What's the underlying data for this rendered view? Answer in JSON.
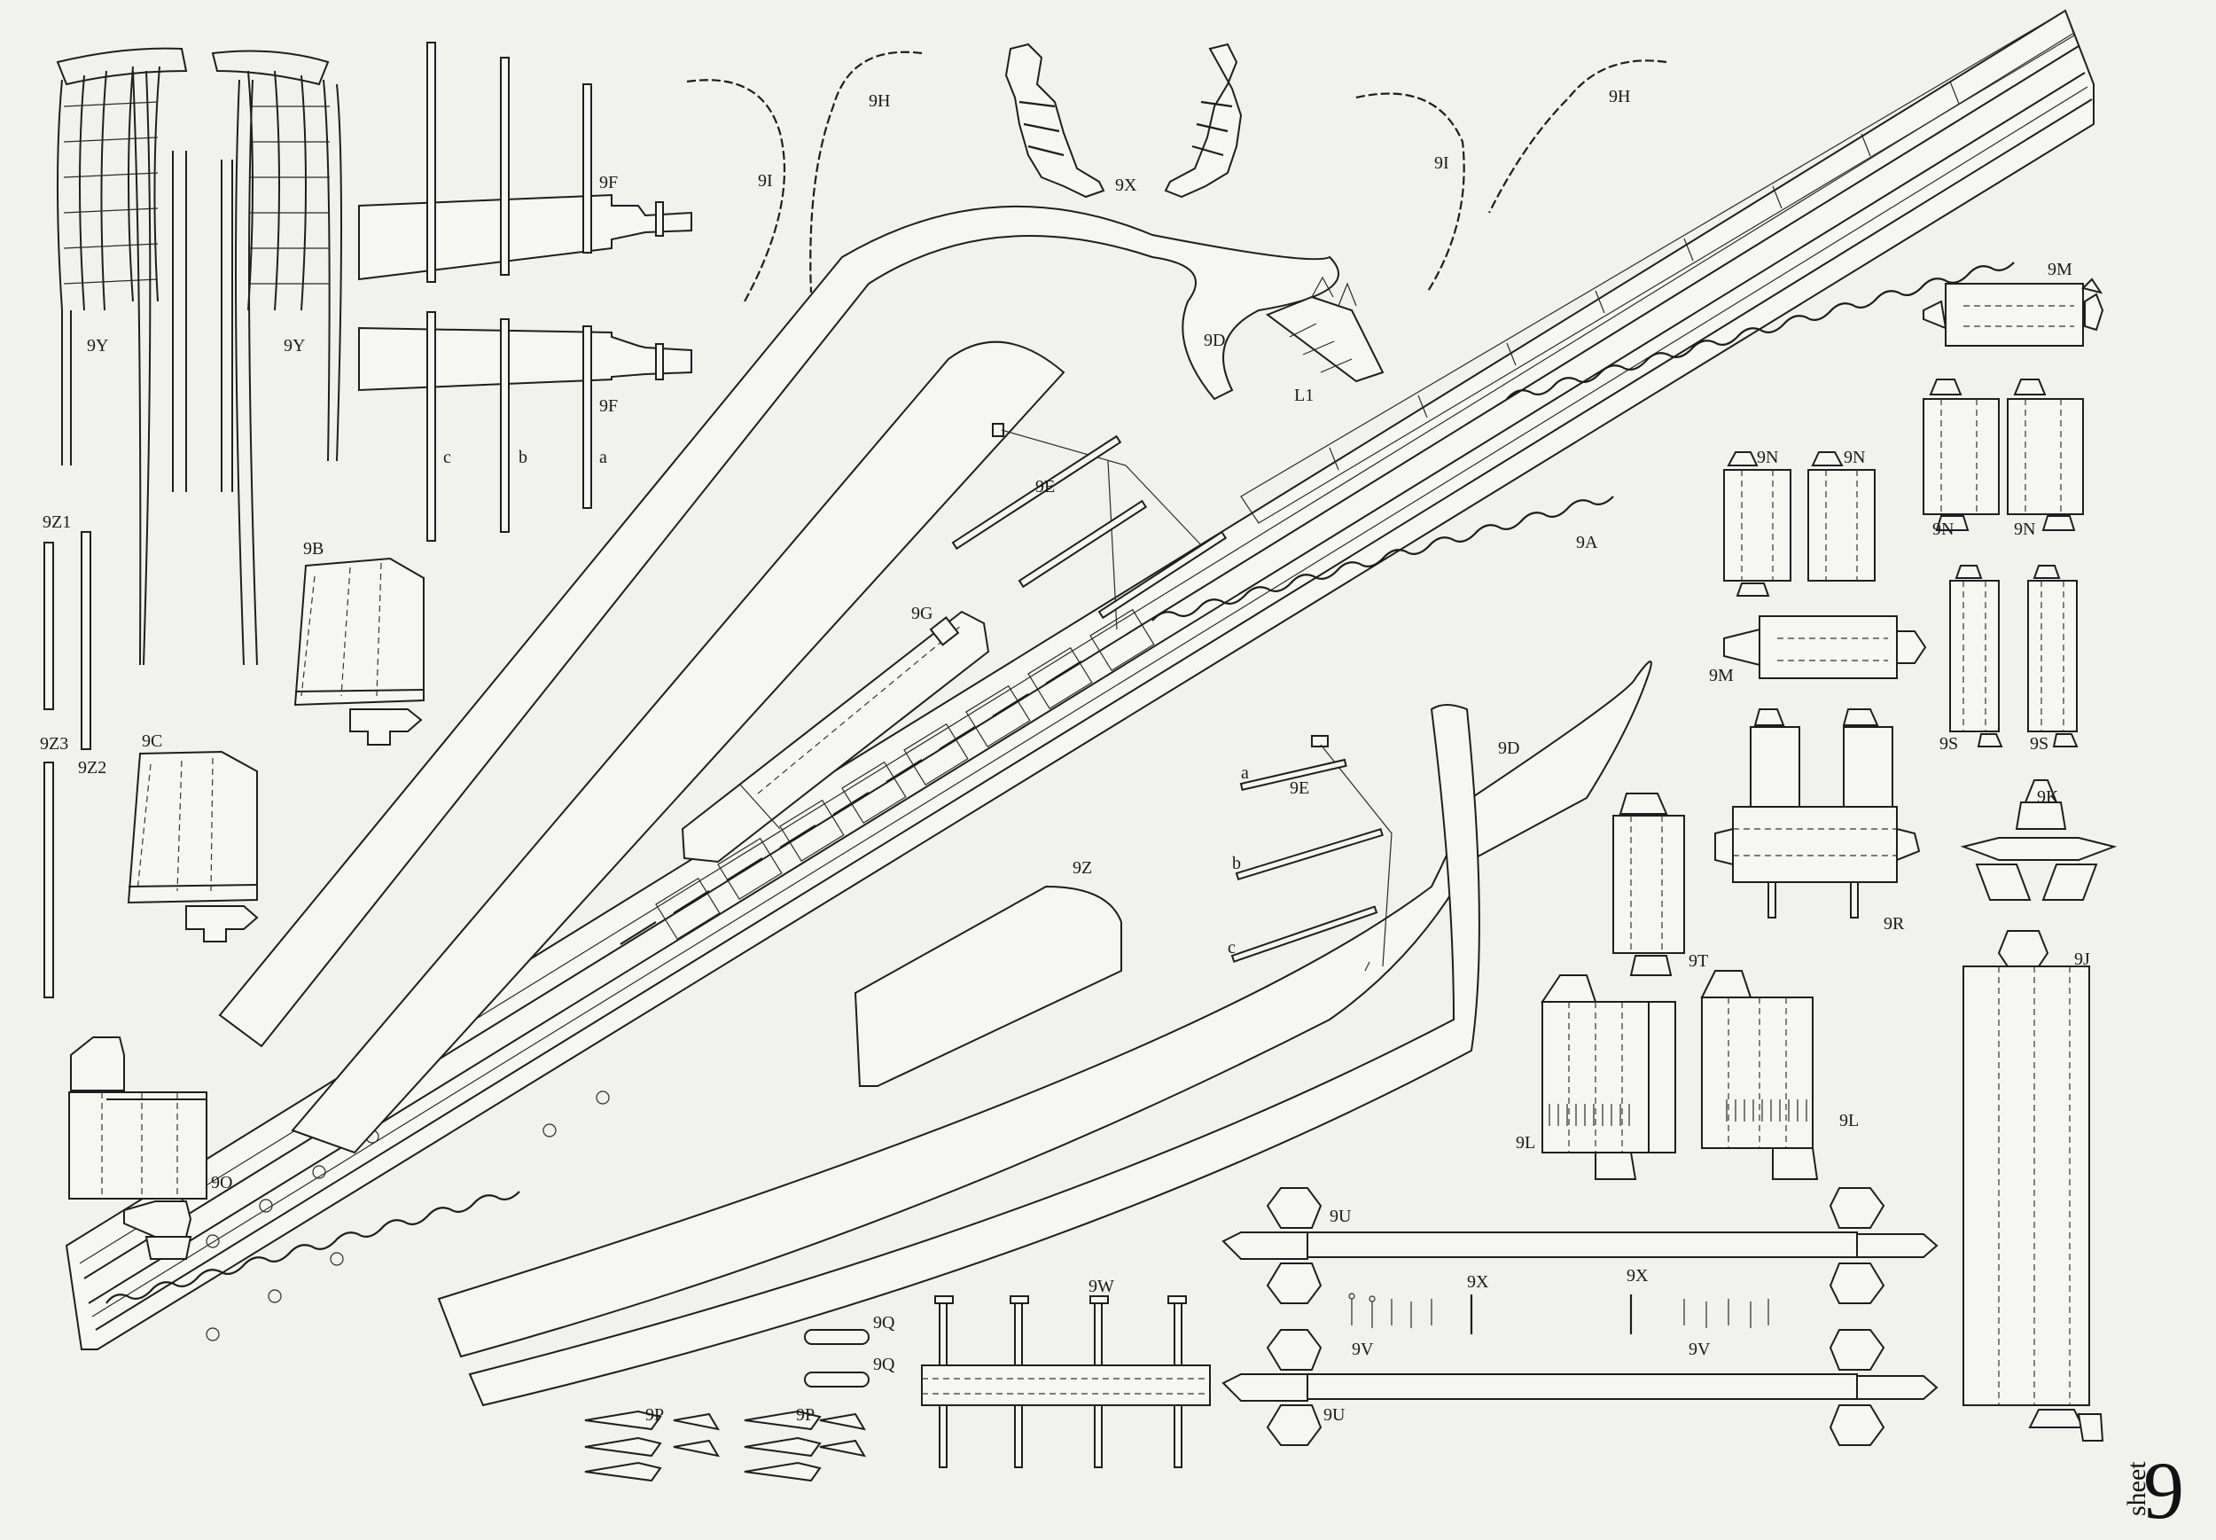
{
  "sheet": {
    "word": "sheet",
    "number": "9"
  },
  "labels": {
    "p9Y_a": "9Y",
    "p9Y_b": "9Y",
    "p9Z1": "9Z1",
    "p9Z2": "9Z2",
    "p9Z3": "9Z3",
    "p9B": "9B",
    "p9C": "9C",
    "p9O": "9O",
    "p9F_a": "9F",
    "p9F_b": "9F",
    "fa": "a",
    "fb": "b",
    "fc": "c",
    "p9I_a": "9I",
    "p9H_a": "9H",
    "p9X_fig": "9X",
    "p9I_b": "9I",
    "p9H_b": "9H",
    "p9D_a": "9D",
    "p9D_b": "9D",
    "pL1": "L1",
    "p9E_a": "9E",
    "p9E_b": "9E",
    "ea": "a",
    "eb": "b",
    "ec": "c",
    "p9G": "9G",
    "p9Z": "9Z",
    "p9A": "9A",
    "p9M_a": "9M",
    "p9M_b": "9M",
    "p9N_a": "9N",
    "p9N_b": "9N",
    "p9N_c": "9N",
    "p9N_d": "9N",
    "p9S_a": "9S",
    "p9S_b": "9S",
    "p9R": "9R",
    "p9K": "9K",
    "p9T": "9T",
    "p9J": "9J",
    "p9L_a": "9L",
    "p9L_b": "9L",
    "p9U_a": "9U",
    "p9U_b": "9U",
    "p9X_a": "9X",
    "p9X_b": "9X",
    "p9V_a": "9V",
    "p9V_b": "9V",
    "p9W": "9W",
    "p9Q_a": "9Q",
    "p9Q_b": "9Q",
    "p9P_a": "9P",
    "p9P_b": "9P"
  }
}
